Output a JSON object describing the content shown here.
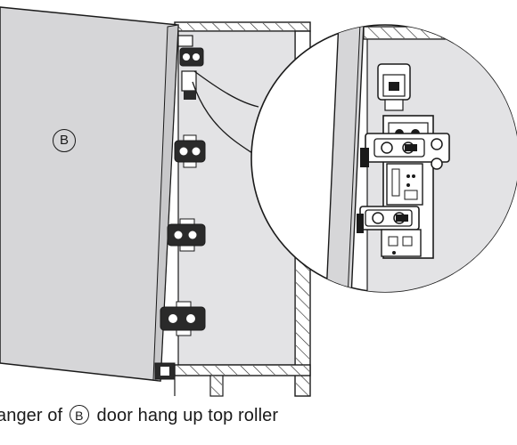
{
  "door_label": "B",
  "caption": {
    "before": "anger of",
    "marker": "B",
    "after": "door hang up top roller"
  },
  "colors": {
    "door_fill": "#d6d6d8",
    "cabinet_fill": "#e3e3e5",
    "stroke": "#1a1a1a",
    "background": "#ffffff"
  }
}
